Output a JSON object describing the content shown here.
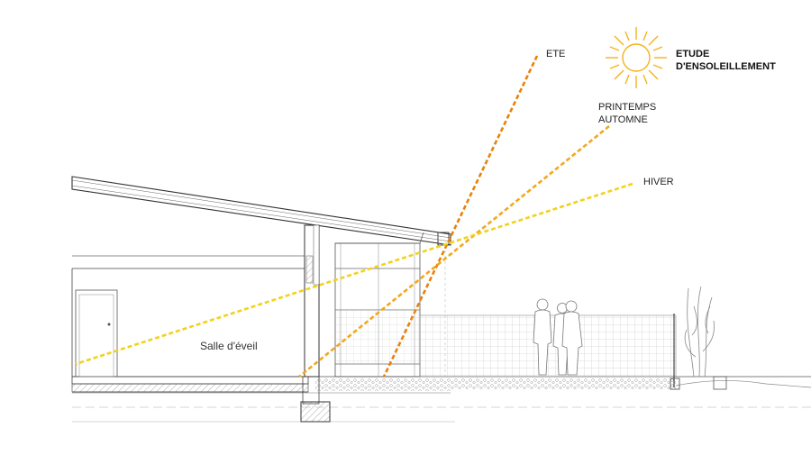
{
  "title": {
    "line1": "ETUDE",
    "line2": "D'ENSOLEILLEMENT"
  },
  "sun_icon": "sun-icon",
  "rays": [
    {
      "name": "ETE",
      "label_line1": "ETE",
      "label_line2": "",
      "color": "#e8820a"
    },
    {
      "name": "PRINTEMPS AUTOMNE",
      "label_line1": "PRINTEMPS",
      "label_line2": "AUTOMNE",
      "color": "#f2a81c"
    },
    {
      "name": "HIVER",
      "label_line1": "HIVER",
      "label_line2": "",
      "color": "#f2d21c"
    }
  ],
  "room": {
    "label": "Salle d'éveil"
  },
  "colors": {
    "sun": "#f5b21b",
    "line": "#333333",
    "light_line": "#bbbbbb"
  }
}
